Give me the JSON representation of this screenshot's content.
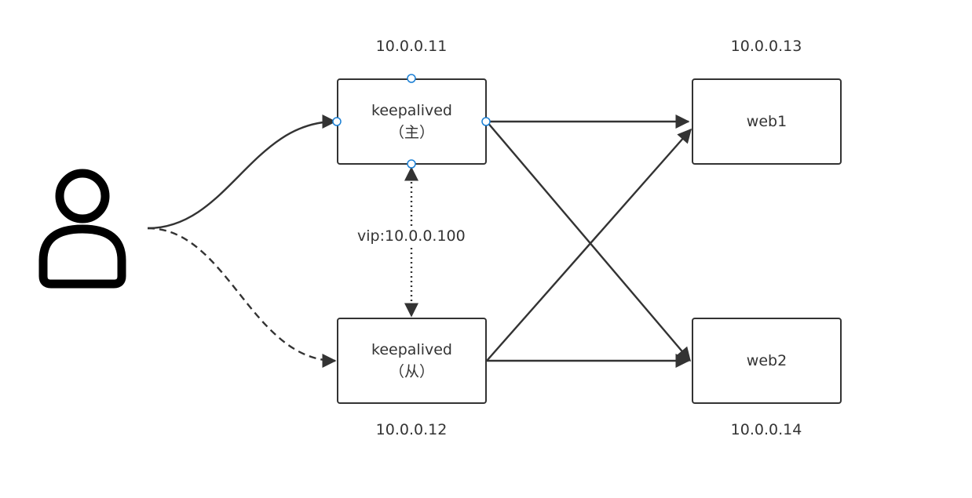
{
  "nodes": {
    "lb_master": {
      "name": "keepalived",
      "role": "（主）",
      "ip": "10.0.0.11"
    },
    "lb_backup": {
      "name": "keepalived",
      "role": "（从）",
      "ip": "10.0.0.12"
    },
    "web1": {
      "name": "web1",
      "ip": "10.0.0.13"
    },
    "web2": {
      "name": "web2",
      "ip": "10.0.0.14"
    }
  },
  "vip": {
    "label": "vip:10.0.0.100"
  },
  "colors": {
    "stroke": "#333333",
    "connection_point": "#1a7fd4",
    "background": "#ffffff"
  },
  "icons": {
    "client": "user-icon"
  }
}
